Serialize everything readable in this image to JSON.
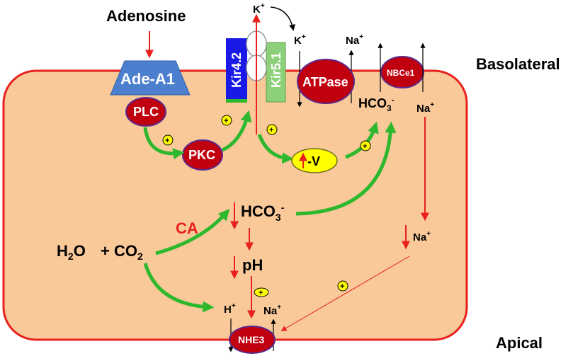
{
  "labels": {
    "adenosine": "Adenosine",
    "basolateral": "Basolateral",
    "apical": "Apical",
    "ade_a1": "Ade-A1",
    "plc": "PLC",
    "pkc": "PKC",
    "kir42": "Kir4.2",
    "kir51": "Kir5.1",
    "atpase": "ATPase",
    "nbce1": "NBCe1",
    "nhe3": "NHE3",
    "k_ext": "K",
    "k_in": "K",
    "na_atp": "Na",
    "hco3_nbc": "HCO",
    "na_nbc": "Na",
    "minus_v": "-V",
    "ca": "CA",
    "hco3_mid": "HCO",
    "ph": "pH",
    "h2o": "H",
    "h2o_tail": "O",
    "plus_co2": "+ CO",
    "na_mid": "Na",
    "h_plus": "H",
    "na_apical": "Na",
    "plus_sign": "+",
    "minus_sign": "-",
    "sub_3": "3",
    "sub_2": "2",
    "plus_marker": "+"
  },
  "colors": {
    "cell_fill": "#f9c99a",
    "cell_border": "#e8211d",
    "enzyme_fill": "#c0000f",
    "enzyme_border": "#5a2b8a",
    "ade_fill": "#4d7fcf",
    "kir42_fill": "#1a1ae6",
    "kir51_fill": "#8cd07a",
    "green_arrow": "#2eb82e",
    "red_arrow": "#e8211d",
    "ca_text": "#e8211d",
    "neg_v_fill": "#ffff00"
  }
}
